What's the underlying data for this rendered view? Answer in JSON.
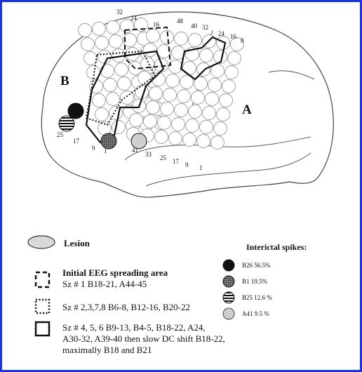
{
  "figure": {
    "region_labels": {
      "a": "A",
      "b": "B"
    },
    "electrode_numbers": [
      {
        "id": "top-32",
        "text": "32"
      },
      {
        "id": "top-24",
        "text": "24"
      },
      {
        "id": "top-16",
        "text": "16"
      },
      {
        "id": "top-48",
        "text": "48"
      },
      {
        "id": "top-40",
        "text": "40"
      },
      {
        "id": "top-32b",
        "text": "32"
      },
      {
        "id": "top-24b",
        "text": "24"
      },
      {
        "id": "top-16b",
        "text": "16"
      },
      {
        "id": "top-8",
        "text": "8"
      },
      {
        "id": "left-25",
        "text": "25"
      },
      {
        "id": "left-17",
        "text": "17"
      },
      {
        "id": "left-9",
        "text": "9"
      },
      {
        "id": "left-1",
        "text": "1"
      },
      {
        "id": "low-41",
        "text": "41"
      },
      {
        "id": "low-33",
        "text": "33"
      },
      {
        "id": "low-25",
        "text": "25"
      },
      {
        "id": "low-17",
        "text": "17"
      },
      {
        "id": "low-9",
        "text": "9"
      },
      {
        "id": "low-1",
        "text": "1"
      }
    ]
  },
  "legend": {
    "lesion_label": "Lesion",
    "initial_title": "Initial EEG spreading area",
    "sz1": "Sz # 1  B18-21, A44-45",
    "sz2": "Sz # 2,3,7,8  B6-8, B12-16, B20-22",
    "sz3_line1": "Sz # 4, 5, 6  B9-13, B4-5, B18-22, A24,",
    "sz3_line2": "A30-32, A39-40 then slow DC shift B18-22,",
    "sz3_line3": "maximally B18 and B21"
  },
  "interictal": {
    "title": "Interictal spikes:",
    "items": [
      {
        "label": "B26 56.5%",
        "style": "black"
      },
      {
        "label": "B1   19.5%",
        "style": "dark-dotted"
      },
      {
        "label": "B25  12.6 %",
        "style": "striped"
      },
      {
        "label": "A41   9.5 %",
        "style": "light-gray"
      }
    ]
  },
  "colors": {
    "frame_border": "#1a35e0",
    "spike_black": "#111111",
    "spike_dark": "#555555",
    "spike_light": "#cfcfcf",
    "lesion_fill": "#d9d9d9"
  }
}
